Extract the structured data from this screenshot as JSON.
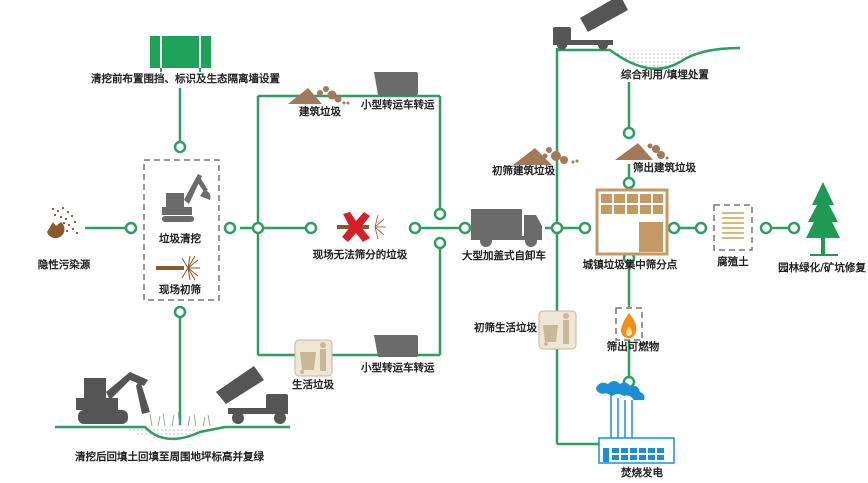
{
  "title": "隐性污染源清挖处置流程",
  "colors": {
    "line": "#2e9e63",
    "node_fill": "#ffffff",
    "machine_gray": "#6b6b6b",
    "soil_brown": "#a07a5a",
    "building_tan": "#c39a63",
    "fence_green": "#1fa35a",
    "cross_red": "#d81f26",
    "smoke_blue": "#1a8fd8",
    "fire_orange": "#f28c1a",
    "tree_green": "#1f9a55",
    "dashed_box": "#777777"
  },
  "labels": {
    "fence": "清挖前布置围挡、标识及生态隔离墙设置",
    "pollution_source": "隐性污染源",
    "excavation": "垃圾清挖",
    "initial_screening": "现场初筛",
    "construction_waste": "建筑垃圾",
    "small_truck_top": "小型转运车转运",
    "unsortable_waste": "现场无法筛分的垃圾",
    "domestic_waste": "生活垃圾",
    "small_truck_bottom": "小型转运车转运",
    "backfill": "清挖后回填土回填至周围地坪标高并复绿",
    "large_truck": "大型加盖式自卸车",
    "prescreened_construction": "初筛建筑垃圾",
    "prescreened_domestic": "初筛生活垃圾",
    "reuse_landfill": "综合利用/填埋处置",
    "screened_construction": "筛出建筑垃圾",
    "sorting_center": "城镇垃圾集中筛分点",
    "humus": "腐殖土",
    "greening": "园林绿化/矿坑修复",
    "combustibles": "筛出可燃物",
    "incineration": "焚烧发电"
  },
  "icons": {
    "fence": "fence-icon",
    "pollution_source": "pollution-source-icon",
    "excavator": "excavator-icon",
    "screening": "screening-burst-icon",
    "soil_pile": "soil-pile-icon",
    "dump_truck": "mining-truck-icon",
    "cross": "red-cross-icon",
    "domestic_waste": "waste-bin-person-icon",
    "tipper": "tipper-truck-icon",
    "box_truck": "box-truck-icon",
    "building": "sorting-building-icon",
    "humus": "humus-icon",
    "tree": "tree-icon",
    "fire": "fire-icon",
    "factory": "power-plant-icon"
  }
}
